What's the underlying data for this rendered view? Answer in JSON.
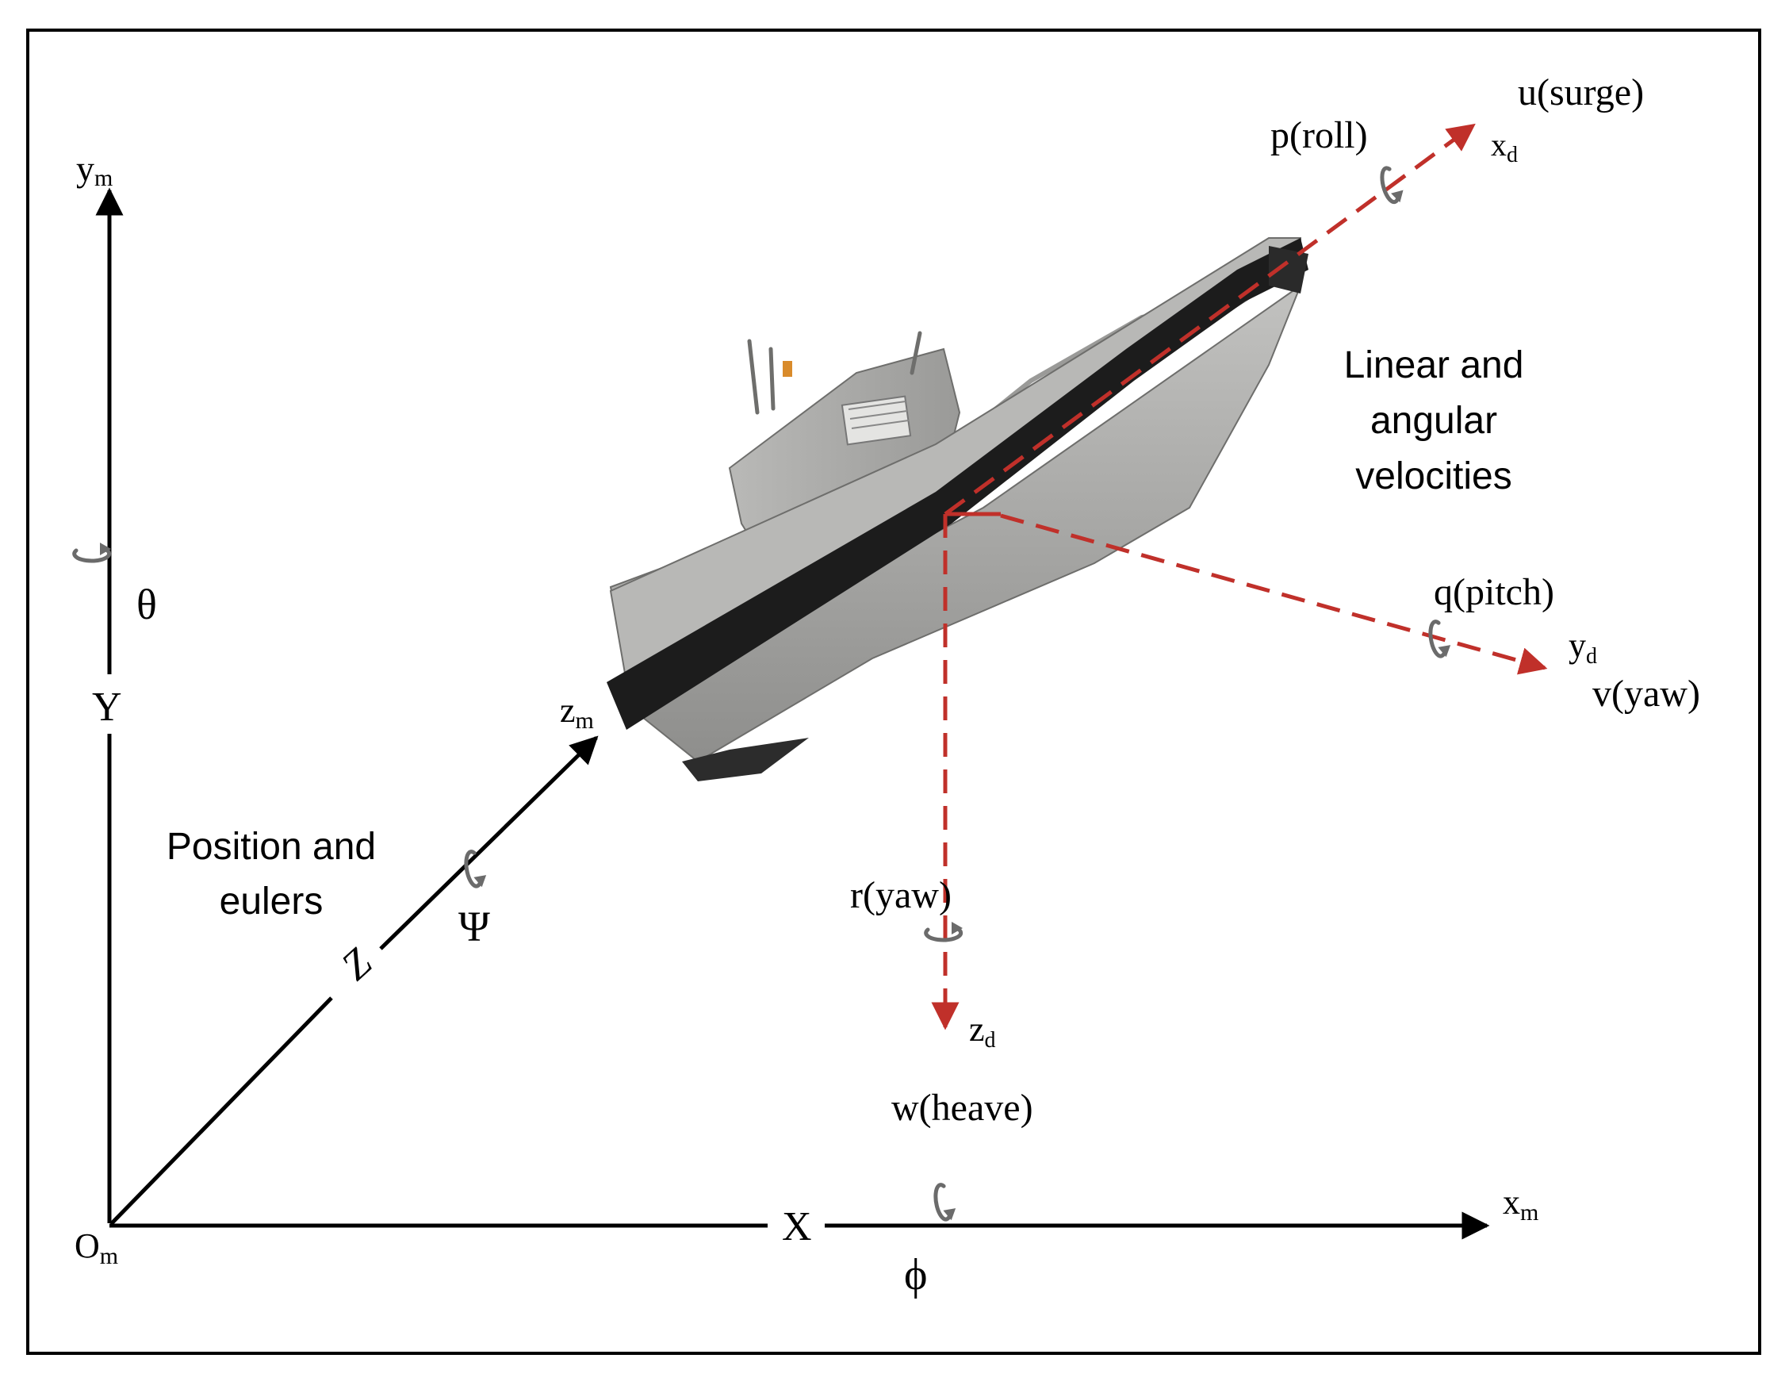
{
  "colors": {
    "axis": "#000000",
    "body_axis": "#c0302a",
    "rotation_icon": "#6b6b6b",
    "hull_light": "#a8a8a6",
    "hull_dark": "#7d7d7b",
    "fender": "#1c1c1c"
  },
  "icons": {
    "rotation": "curved-arrow-icon",
    "vessel": "boat-illustration"
  },
  "inertial": {
    "origin": "O",
    "origin_sub": "m",
    "ym_main": "y",
    "ym_sub": "m",
    "xm_main": "x",
    "xm_sub": "m",
    "zm_main": "z",
    "zm_sub": "m",
    "axis_x": "X",
    "axis_y": "Y",
    "axis_z": "Z",
    "euler_theta": "θ",
    "euler_psi": "Ψ",
    "euler_phi": "ϕ",
    "caption_line1": "Position and",
    "caption_line2": "eulers"
  },
  "body": {
    "xd_main": "x",
    "xd_sub": "d",
    "yd_main": "y",
    "yd_sub": "d",
    "zd_main": "z",
    "zd_sub": "d",
    "surge": "u(surge)",
    "roll": "p(roll)",
    "pitch": "q(pitch)",
    "sway": "v(yaw)",
    "yaw": "r(yaw)",
    "heave": "w(heave)",
    "caption_line1": "Linear and",
    "caption_line2": "angular",
    "caption_line3": "velocities"
  }
}
